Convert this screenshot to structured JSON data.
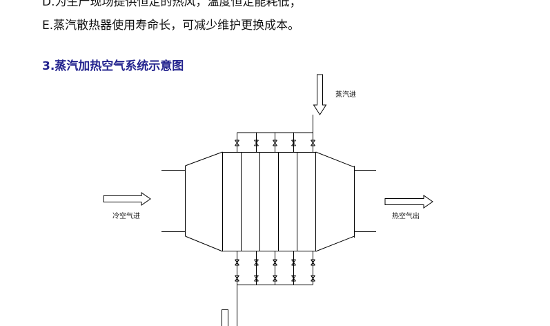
{
  "text": {
    "item_d": "D.为生产现场提供恒定的热风，温度恒定能耗低；",
    "item_e": "E.蒸汽散热器使用寿命长，可减少维护更换成本。",
    "section_heading": "3.蒸汽加热空气系统示意图"
  },
  "diagram": {
    "steam_in_label": "蒸汽进",
    "cold_air_in_label": "冷空气进",
    "hot_air_out_label": "热空气出"
  },
  "colors": {
    "body_text": "#111111",
    "heading": "#23238e",
    "line": "#000000"
  }
}
